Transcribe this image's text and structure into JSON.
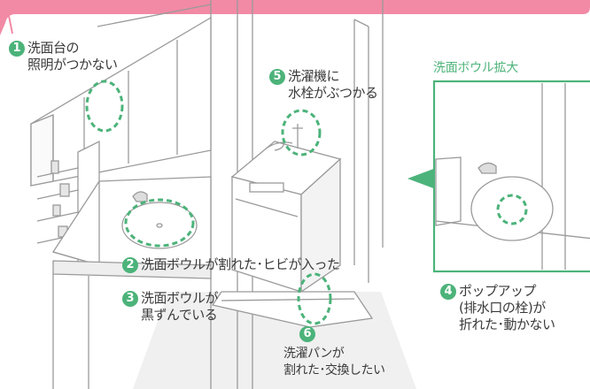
{
  "banner": {
    "color": "#f28aa5"
  },
  "accent_color": "#4cb37a",
  "zoom_panel": {
    "title": "洗面ボウル拡大"
  },
  "callouts": [
    {
      "number": "1",
      "lines": [
        "洗面台の",
        "照明がつかない"
      ]
    },
    {
      "number": "2",
      "lines": [
        "洗面ボウルが割れた･ヒビが入った"
      ]
    },
    {
      "number": "3",
      "lines": [
        "洗面ボウルが",
        "黒ずんでいる"
      ]
    },
    {
      "number": "4",
      "lines": [
        "ポップアップ",
        "(排水口の栓)が",
        "折れた･動かない"
      ]
    },
    {
      "number": "5",
      "lines": [
        "洗濯機に",
        "水栓がぶつかる"
      ]
    },
    {
      "number": "6",
      "lines": [
        "洗濯パンが",
        "割れた･交換したい"
      ]
    }
  ]
}
